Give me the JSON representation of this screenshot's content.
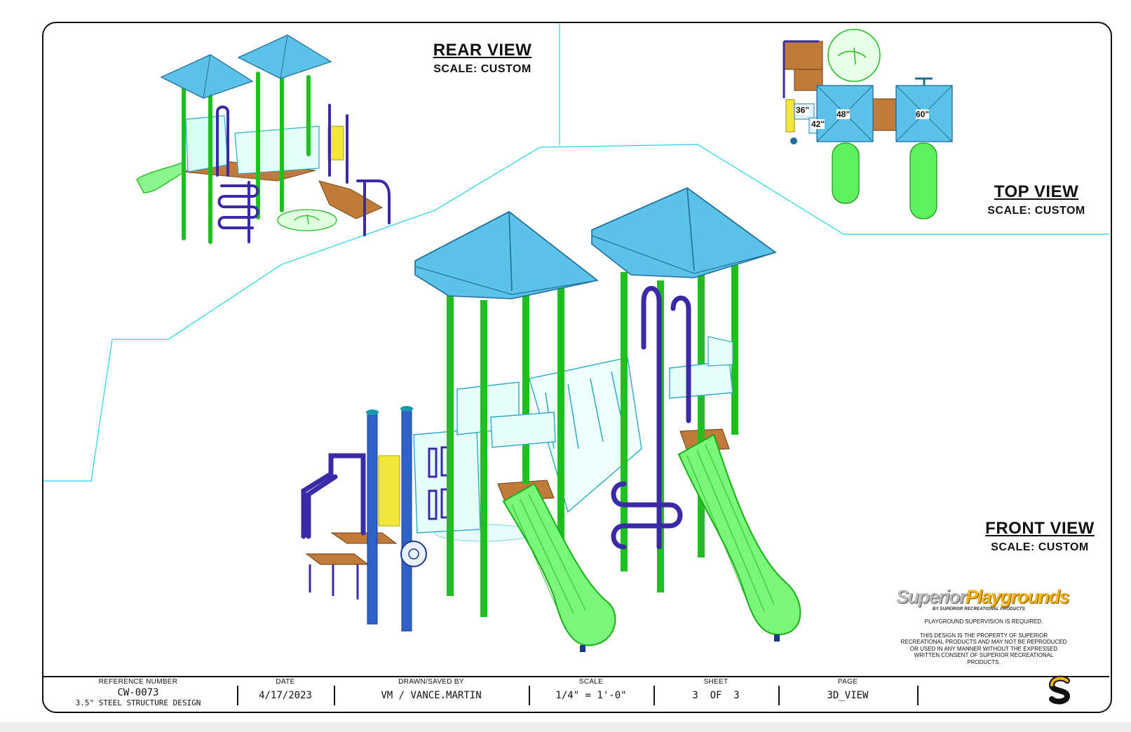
{
  "views": {
    "rear": {
      "title": "REAR VIEW",
      "scale": "SCALE: CUSTOM"
    },
    "top": {
      "title": "TOP VIEW",
      "scale": "SCALE: CUSTOM"
    },
    "front": {
      "title": "FRONT VIEW",
      "scale": "SCALE: CUSTOM"
    }
  },
  "top_view_labels": {
    "deck_36": "36\"",
    "deck_42": "42\"",
    "deck_48": "48\"",
    "deck_60": "60\""
  },
  "brand": {
    "name_part1": "Superior",
    "name_part2": "Playgrounds",
    "tagline": "BY SUPERIOR RECREATIONAL PRODUCTS",
    "supervision_notice": "PLAYGROUND SUPERVISION IS REQUIRED.",
    "property_notice": "THIS DESIGN IS THE PROPERTY OF SUPERIOR RECREATIONAL PRODUCTS AND MAY NOT BE REPRODUCED OR USED IN ANY MANNER WITHOUT THE EXPRESSED WRITTEN CONSENT OF SUPERIOR RECREATIONAL PRODUCTS.",
    "mark": "S"
  },
  "title_block": {
    "reference_number_label": "REFERENCE NUMBER",
    "reference_number": "CW-0073",
    "design_name": "3.5\" STEEL STRUCTURE DESIGN",
    "date_label": "DATE",
    "date": "4/17/2023",
    "drawn_label": "DRAWN/SAVED BY",
    "drawn_by": "VM / VANCE.MARTIN",
    "scale_label": "SCALE",
    "scale": "1/4\" = 1'-0\"",
    "sheet_label": "SHEET",
    "sheet": "3  OF  3",
    "page_label": "PAGE",
    "page": "3D_VIEW"
  },
  "colors": {
    "post_green": "#3ef23e",
    "roof_blue": "#2fa8d8",
    "ladder_purple": "#3a2aa8",
    "deck_brown": "#c07a3a",
    "panel_yellow": "#f3e63a",
    "guide_cyan": "#22d3ee",
    "brand_gold": "#f3b21b"
  }
}
